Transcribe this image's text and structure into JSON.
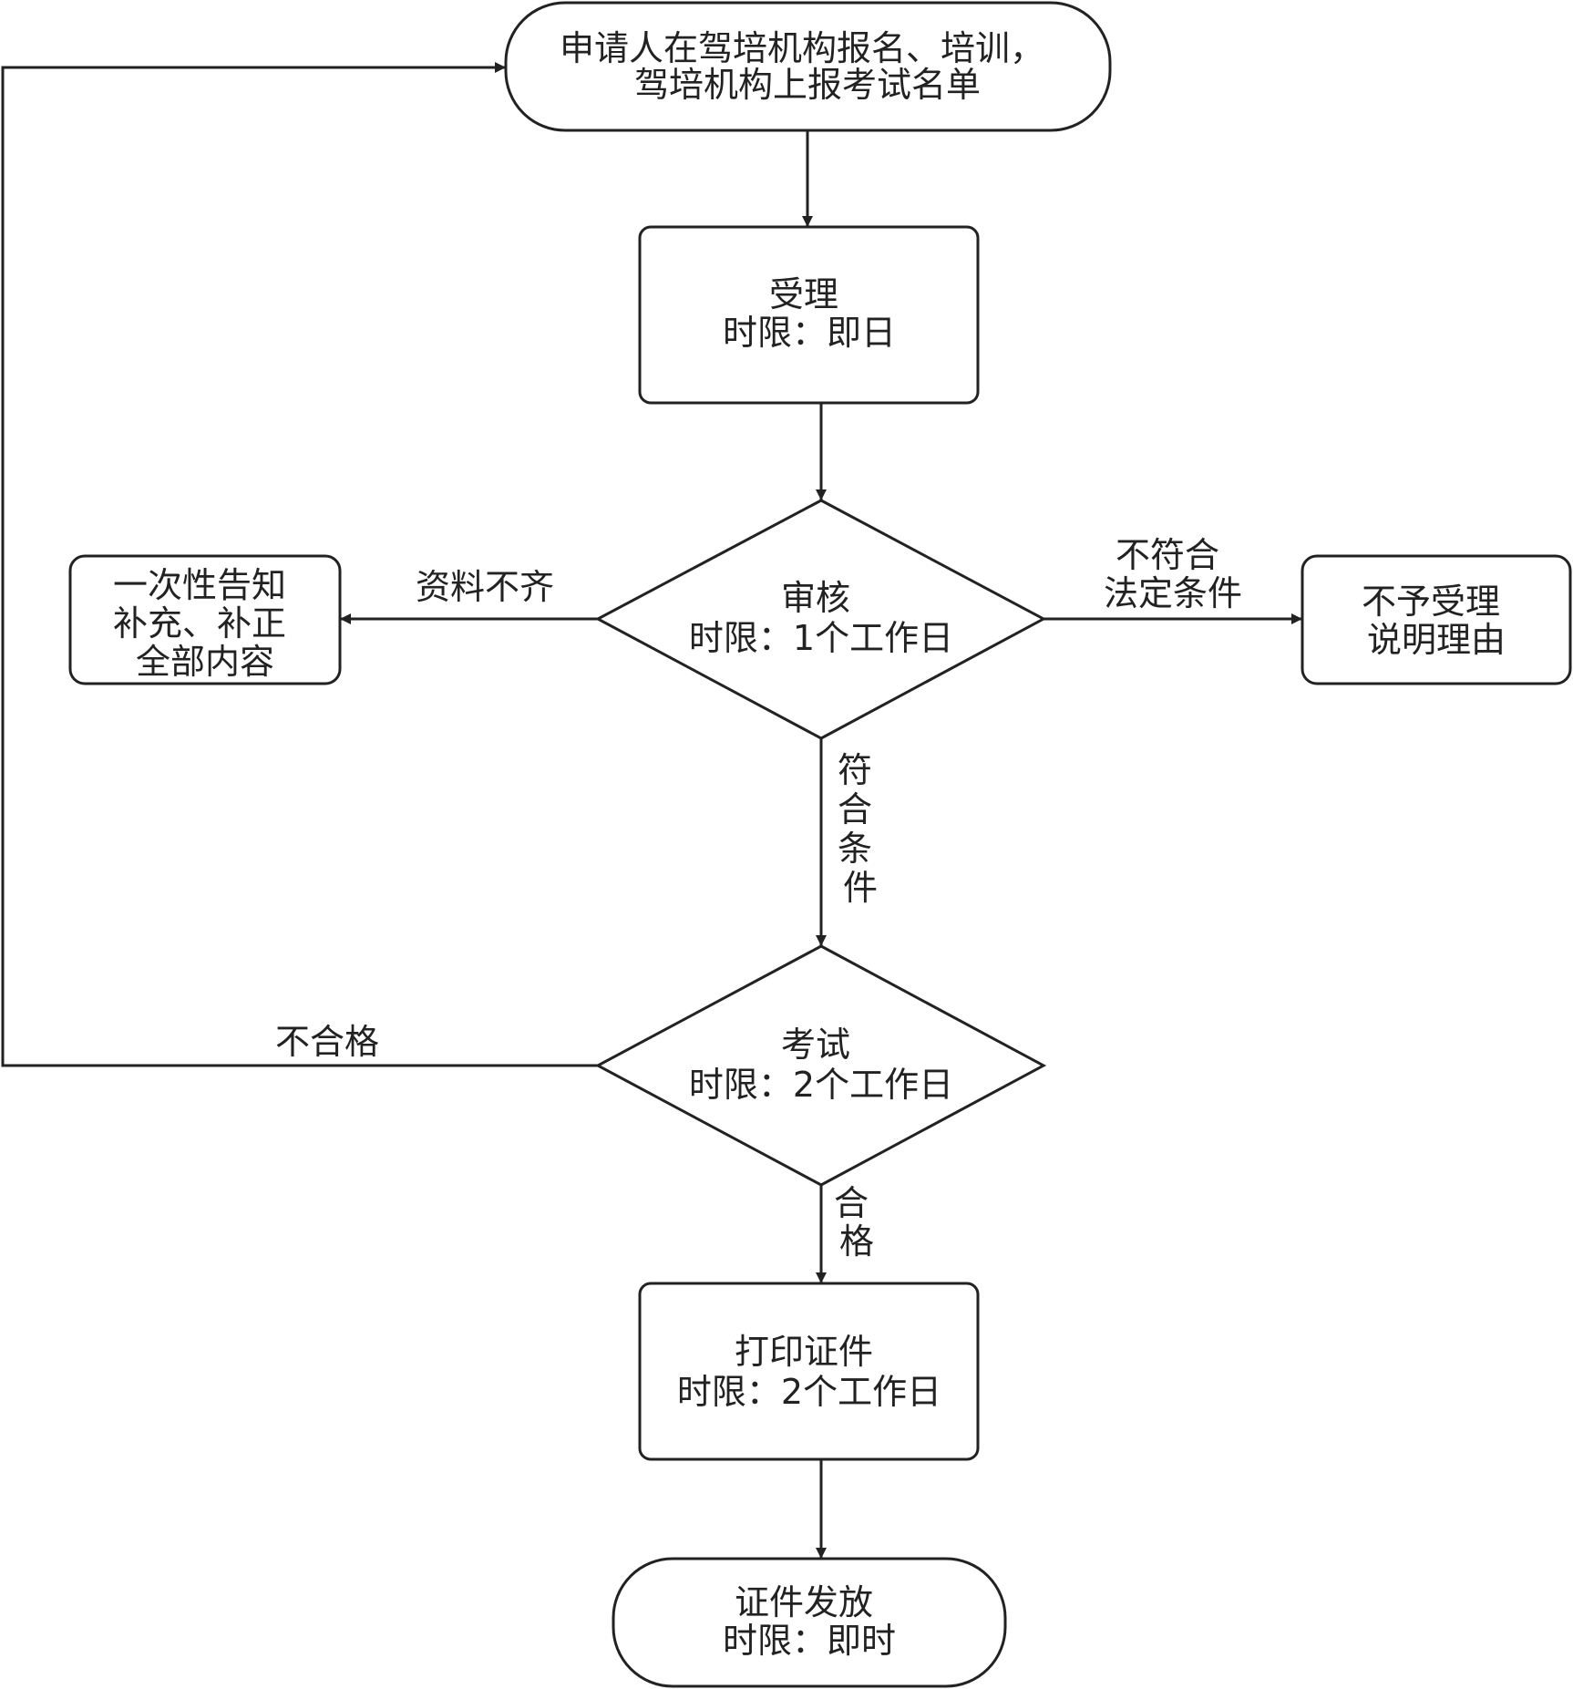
{
  "nodes": {
    "start": {
      "lines": [
        "申请人在驾培机构报名、培训，",
        "驾培机构上报考试名单"
      ]
    },
    "accept": {
      "lines": [
        "受理",
        "时限：即日"
      ]
    },
    "review": {
      "lines": [
        "审核",
        "时限：1个工作日"
      ]
    },
    "supplement": {
      "lines": [
        "一次性告知",
        "补充、补正",
        "全部内容"
      ]
    },
    "reject": {
      "lines": [
        "不予受理",
        "说明理由"
      ]
    },
    "exam": {
      "lines": [
        "考试",
        "时限：2个工作日"
      ]
    },
    "print": {
      "lines": [
        "打印证件",
        "时限：2个工作日"
      ]
    },
    "issue": {
      "lines": [
        "证件发放",
        "时限：即时"
      ]
    }
  },
  "edge_labels": {
    "incomplete": [
      "资料不齐"
    ],
    "not_qualified": [
      "不符合",
      "法定条件"
    ],
    "qualified": [
      "符",
      "合",
      "条",
      "件"
    ],
    "fail": [
      "不合格"
    ],
    "pass": [
      "合",
      "格"
    ]
  }
}
